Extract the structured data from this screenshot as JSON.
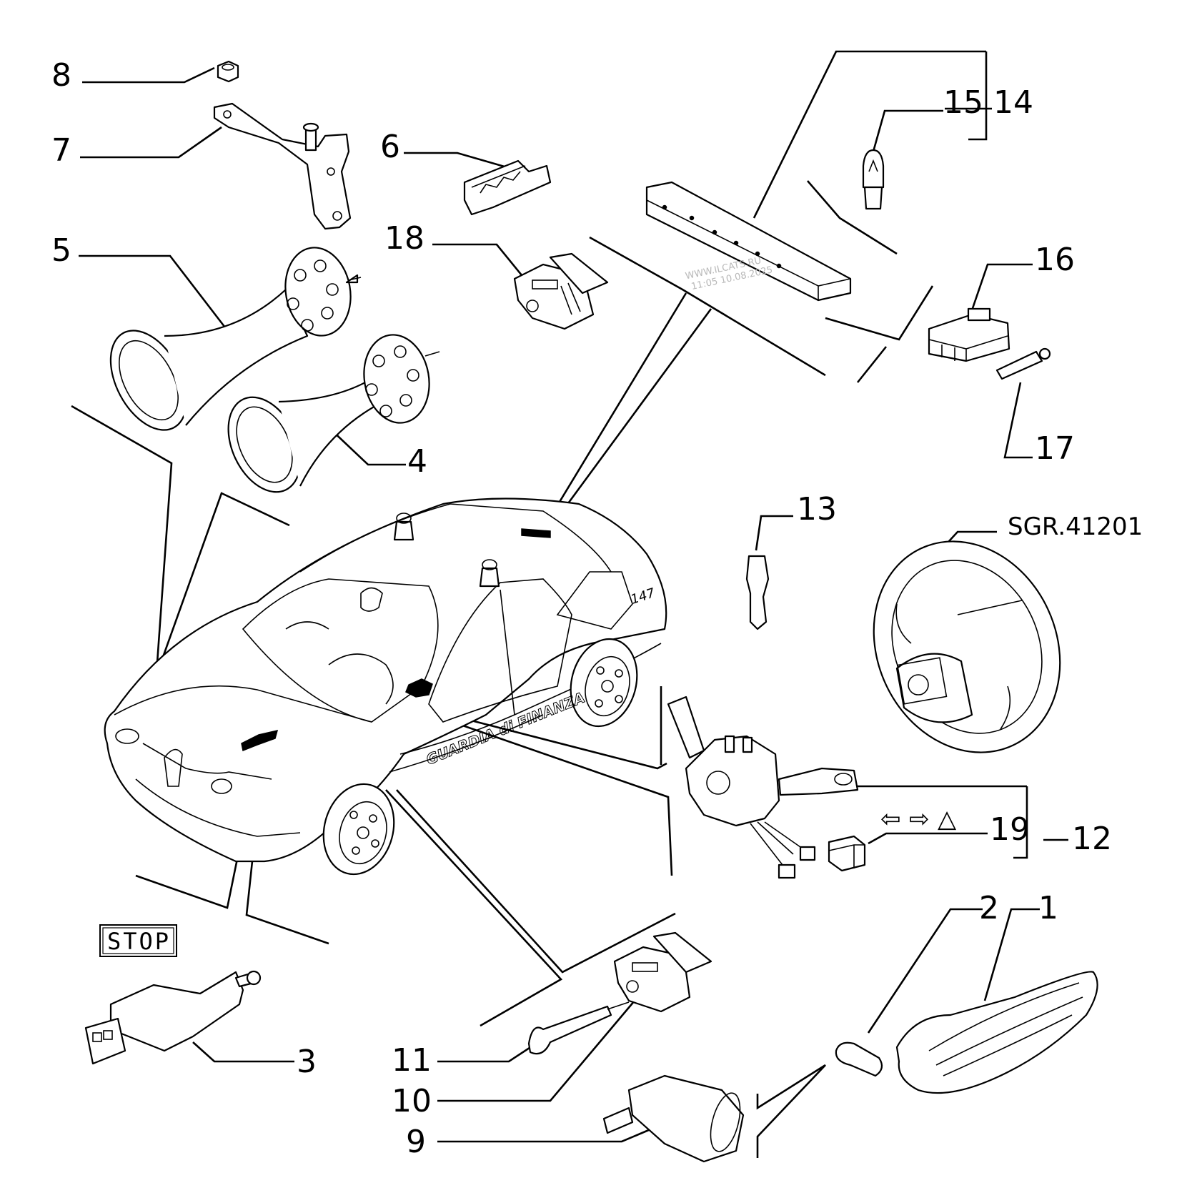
{
  "diagram": {
    "reference_code": "SGR.41201",
    "stop_label": "STOP",
    "watermark": [
      "WWW.ILCATS.RU",
      "11:05 10.08.2025"
    ],
    "car_text": [
      "GUARDIA di FINANZA",
      "147"
    ],
    "hazard_symbols": [
      "⇦",
      "⇨",
      "△"
    ],
    "callouts": [
      "1",
      "2",
      "3",
      "4",
      "5",
      "6",
      "7",
      "8",
      "9",
      "10",
      "11",
      "12",
      "13",
      "14",
      "15",
      "16",
      "17",
      "18",
      "19"
    ]
  }
}
